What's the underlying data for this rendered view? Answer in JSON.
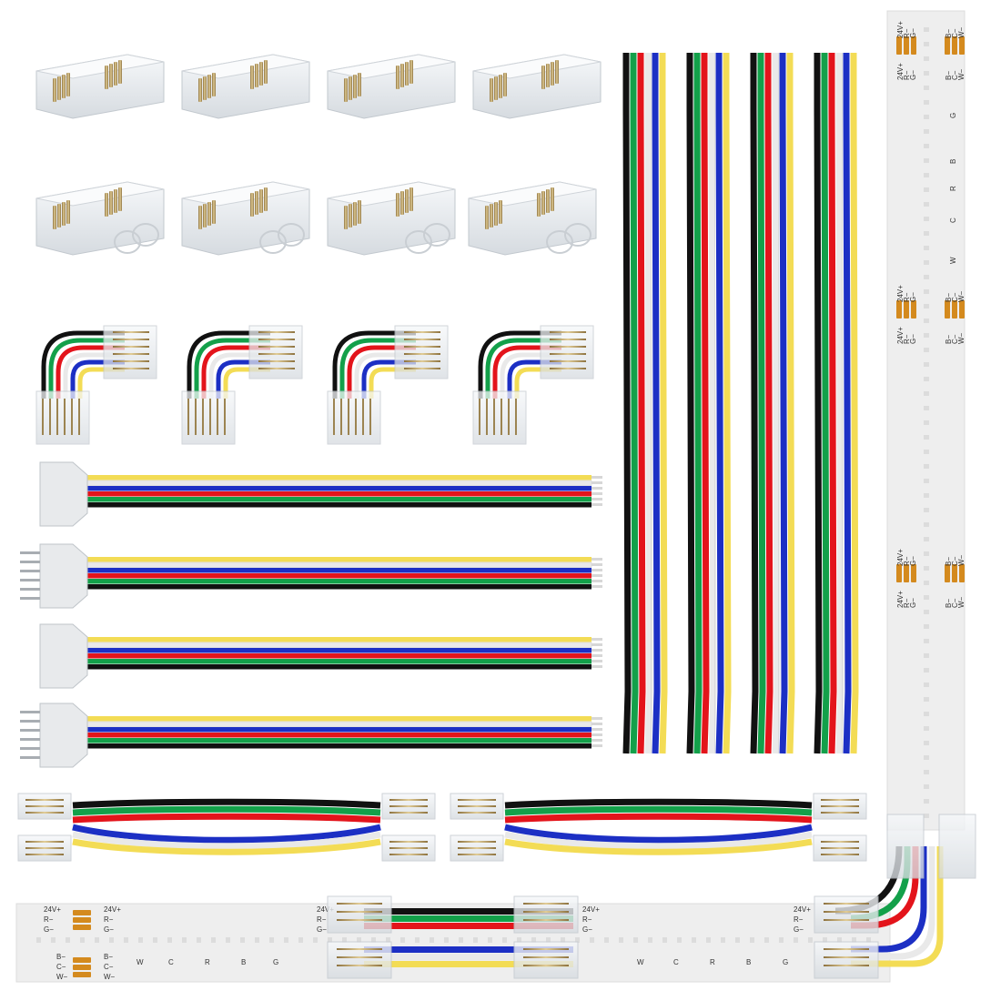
{
  "scene": {
    "wire_colors": {
      "black": "#111111",
      "green": "#13a04a",
      "red": "#e3141b",
      "white": "#e9e9e9",
      "blue": "#1c2fc4",
      "yellow": "#f3dc55"
    },
    "strip_colors": {
      "base": "#eeeeee",
      "pad": "#d48a1e",
      "clip": "#e2e6ea",
      "pin": "#b79d63"
    },
    "strip_labels": {
      "left_pins": [
        "24V+",
        "R−",
        "G−"
      ],
      "right_pins": [
        "B−",
        "C−",
        "W−"
      ],
      "channels": [
        "W",
        "C",
        "R",
        "B",
        "G"
      ]
    },
    "components": {
      "strip_clips": "strip-to-strip clip connectors",
      "l_connectors": "L-shaped corner connectors",
      "pigtails": "connector pigtail cables",
      "jumpers": "strip-to-strip jumper cables",
      "extension_wires": "6-wire extension cables",
      "cob_strip": "COB LED strip"
    }
  }
}
